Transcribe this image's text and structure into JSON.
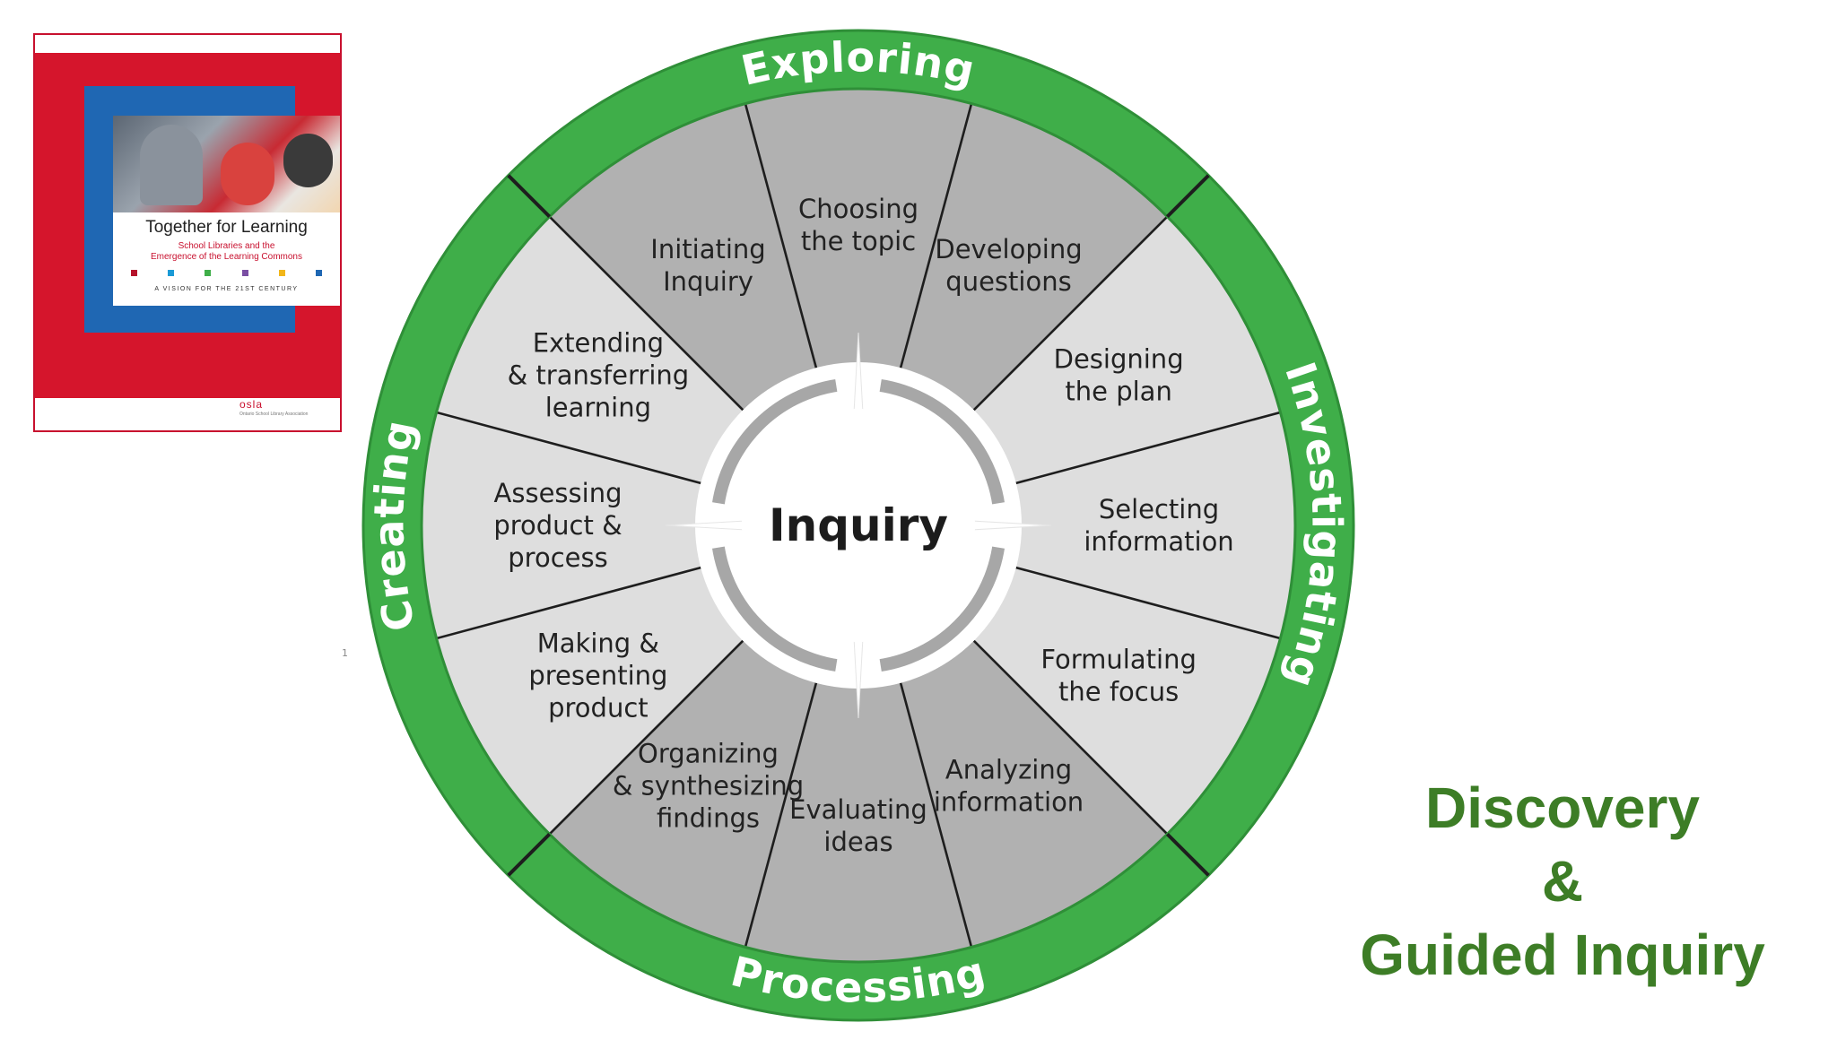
{
  "book": {
    "title": "Together for Learning",
    "subtitle_line1": "School Libraries and the",
    "subtitle_line2": "Emergence of the Learning Commons",
    "tagline": "A VISION FOR THE 21ST CENTURY",
    "logo": "osla",
    "logo_sub": "Ontario School Library Association",
    "square_colors": [
      "#b5122b",
      "#1a9ad6",
      "#3fae49",
      "#7a4ea3",
      "#f2b619",
      "#1f67b3"
    ]
  },
  "wheel": {
    "center_label": "Inquiry",
    "phases": [
      "Exploring",
      "Investigating",
      "Processing",
      "Creating"
    ],
    "segments": [
      {
        "lines": [
          "Choosing",
          "the topic"
        ],
        "shade": "dark"
      },
      {
        "lines": [
          "Developing",
          "questions"
        ],
        "shade": "dark"
      },
      {
        "lines": [
          "Designing",
          "the plan"
        ],
        "shade": "light"
      },
      {
        "lines": [
          "Selecting",
          "information"
        ],
        "shade": "light"
      },
      {
        "lines": [
          "Formulating",
          "the focus"
        ],
        "shade": "light"
      },
      {
        "lines": [
          "Analyzing",
          "information"
        ],
        "shade": "dark"
      },
      {
        "lines": [
          "Evaluating",
          "ideas"
        ],
        "shade": "dark"
      },
      {
        "lines": [
          "Organizing",
          "& synthesizing",
          "findings"
        ],
        "shade": "dark"
      },
      {
        "lines": [
          "Making &",
          "presenting",
          "product"
        ],
        "shade": "light"
      },
      {
        "lines": [
          "Assessing",
          "product &",
          "process"
        ],
        "shade": "light"
      },
      {
        "lines": [
          "Extending",
          "& transferring",
          "learning"
        ],
        "shade": "light"
      },
      {
        "lines": [
          "Initiating",
          "Inquiry"
        ],
        "shade": "dark"
      }
    ],
    "colors": {
      "ring": "#3fae49",
      "ring_edge": "#2f8f38",
      "segment_dark": "#b1b1b1",
      "segment_light": "#dedede",
      "divider": "#1e1e1e",
      "text": "#222222"
    }
  },
  "slide": {
    "title_lines": [
      "Discovery",
      "&",
      "Guided Inquiry"
    ],
    "stray_mark": "1"
  }
}
